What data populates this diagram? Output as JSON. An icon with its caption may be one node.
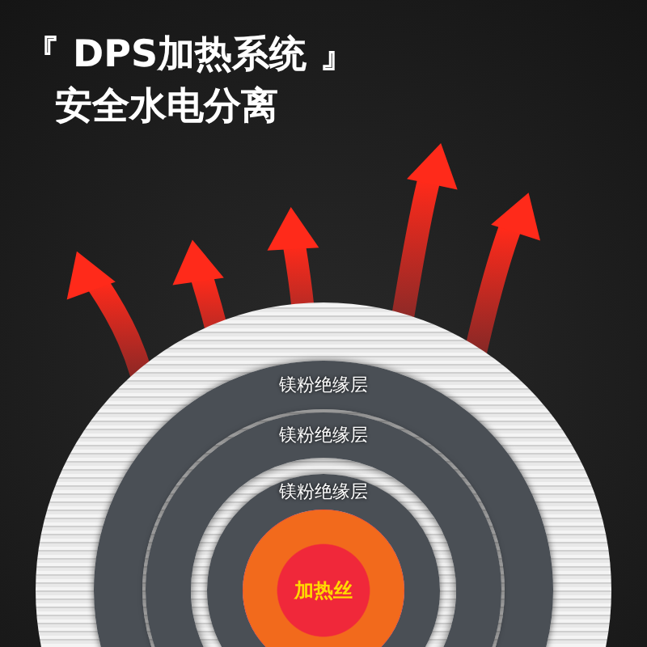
{
  "diagram": {
    "title": "『 DPS加热系统 』",
    "nodes": [
      {
        "text": [
          "镁粉绝缘层"
        ]
      },
      {
        "text": [
          "镁粉绝缘层"
        ],
        "in": 0
      },
      {
        "text": [
          "镁粉绝缘层"
        ],
        "in": 1
      },
      {
        "text": [
          "加热丝"
        ],
        "in": 2
      }
    ],
    "labels": [
      "安全水电分离"
    ]
  }
}
